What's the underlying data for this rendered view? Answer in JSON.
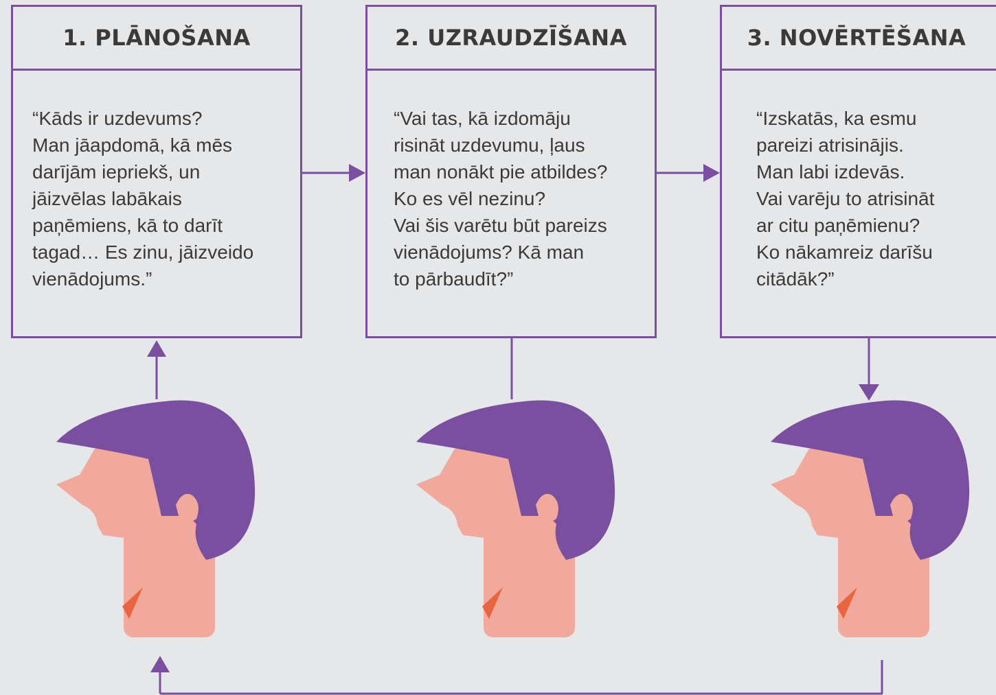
{
  "colors": {
    "background": "#e6e7e9",
    "accent": "#7b4fa0",
    "text": "#3a3a3a",
    "skin": "#f0a99c",
    "hair": "#7b4fa0",
    "mouth": "#e8653f"
  },
  "steps": [
    {
      "title": "1. PLĀNOŠANA",
      "lines": [
        "“Kāds ir uzdevums?",
        "Man jāapdomā, kā mēs",
        "darījām iepriekš, un",
        "jāizvēlas labākais",
        "paņēmiens, kā to darīt",
        "tagad… Es zinu, jāizveido",
        "vienādojums.”"
      ]
    },
    {
      "title": "2. UZRAUDZĪŠANA",
      "lines": [
        "“Vai tas, kā izdomāju",
        "risināt uzdevumu, ļaus",
        "man nonākt pie atbildes?",
        "Ko es vēl nezinu?",
        "Vai šis varētu būt pareizs",
        "vienādojums? Kā man",
        "to pārbaudīt?”"
      ]
    },
    {
      "title": "3. NOVĒRTĒŠANA",
      "lines": [
        "“Izskatās, ka esmu",
        "pareizi atrisinājis.",
        "Man labi izdevās.",
        "Vai varēju to atrisināt",
        "ar citu paņēmienu?",
        "Ko nākamreiz darīšu",
        "citādāk?”"
      ]
    }
  ],
  "icons": {
    "head": "head-profile-icon",
    "arrow": "arrow-icon"
  }
}
